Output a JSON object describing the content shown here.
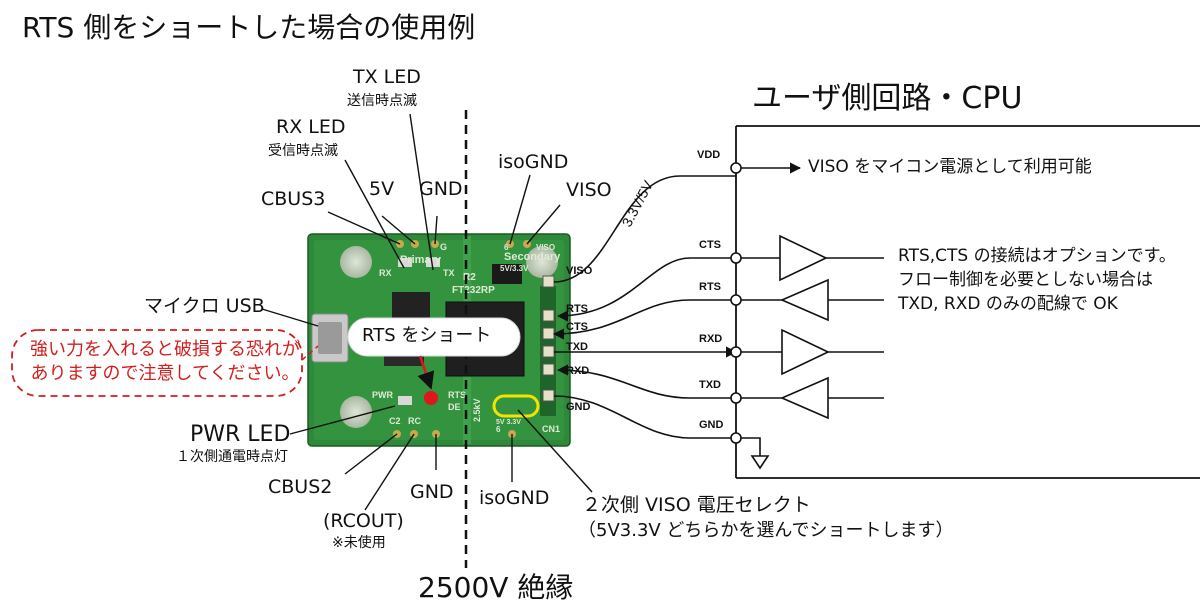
{
  "title": "RTS 側をショートした場合の使用例",
  "user_circuit_title": "ユーザ側回路・CPU",
  "isolation_label": "2500V 絶縁",
  "board": {
    "silk_primary": "Primary",
    "silk_secondary": "Secondary",
    "silk_model": "FT232RP",
    "silk_rev": "R2",
    "silk_5v33": "5V/3.3V",
    "silk_rx": "RX",
    "silk_tx": "TX",
    "silk_pwr": "PWR",
    "silk_c2": "C2",
    "silk_rc": "RC",
    "silk_rts": "RTS",
    "silk_de": "DE",
    "silk_cn1": "CN1",
    "silk_g": "G",
    "silk_viso": "VISO",
    "silk_2kv": "2.5kV",
    "silk_6a": "6",
    "silk_6b": "6",
    "silk_5v33_small": "5V 3.3V",
    "colors": {
      "pcb_green": "#2e8a3a",
      "solder_mask_dark": "#1d5f27",
      "red_dot": "#e0161c",
      "yellow_ring": "#f2e400",
      "warn_red": "#d21e1e"
    }
  },
  "primary_labels": {
    "tx_led": "TX LED",
    "tx_led_sub": "送信時点滅",
    "rx_led": "RX LED",
    "rx_led_sub": "受信時点滅",
    "cbus3": "CBUS3",
    "v5": "5V",
    "gnd_top": "GND",
    "micro_usb": "マイクロ USB",
    "pwr_led": "PWR LED",
    "pwr_led_sub": "１次側通電時点灯",
    "cbus2": "CBUS2",
    "rcout": "(RCOUT)",
    "rcout_sub": "※未使用",
    "gnd_bottom": "GND"
  },
  "warning": {
    "line1": "強い力を入れると破損する恐れが",
    "line2": "ありますので注意してください。"
  },
  "rts_short_bubble": "RTS をショート",
  "secondary_labels": {
    "isognd_top": "isoGND",
    "viso_top": "VISO",
    "isognd_bottom": "isoGND",
    "viso_select_line1": "２次側 VISO 電圧セレクト",
    "viso_select_line2": "（5V3.3V どちらかを選んでショートします）"
  },
  "pin_labels": [
    "VISO",
    "RTS",
    "CTS",
    "TXD",
    "RXD",
    "GND"
  ],
  "voltage_label": "3.3V/5V",
  "signals": [
    {
      "name": "VDD",
      "direction": "power"
    },
    {
      "name": "CTS",
      "direction": "to_board"
    },
    {
      "name": "RTS",
      "direction": "from_board"
    },
    {
      "name": "RXD",
      "direction": "from_board"
    },
    {
      "name": "TXD",
      "direction": "to_board"
    },
    {
      "name": "GND",
      "direction": "ground"
    }
  ],
  "notes": {
    "viso_power": "VISO をマイコン電源として利用可能",
    "opt_line1": "RTS,CTS の接続はオプションです。",
    "opt_line2": "フロー制御を必要としない場合は",
    "opt_line3": "TXD, RXD のみの配線で OK"
  }
}
